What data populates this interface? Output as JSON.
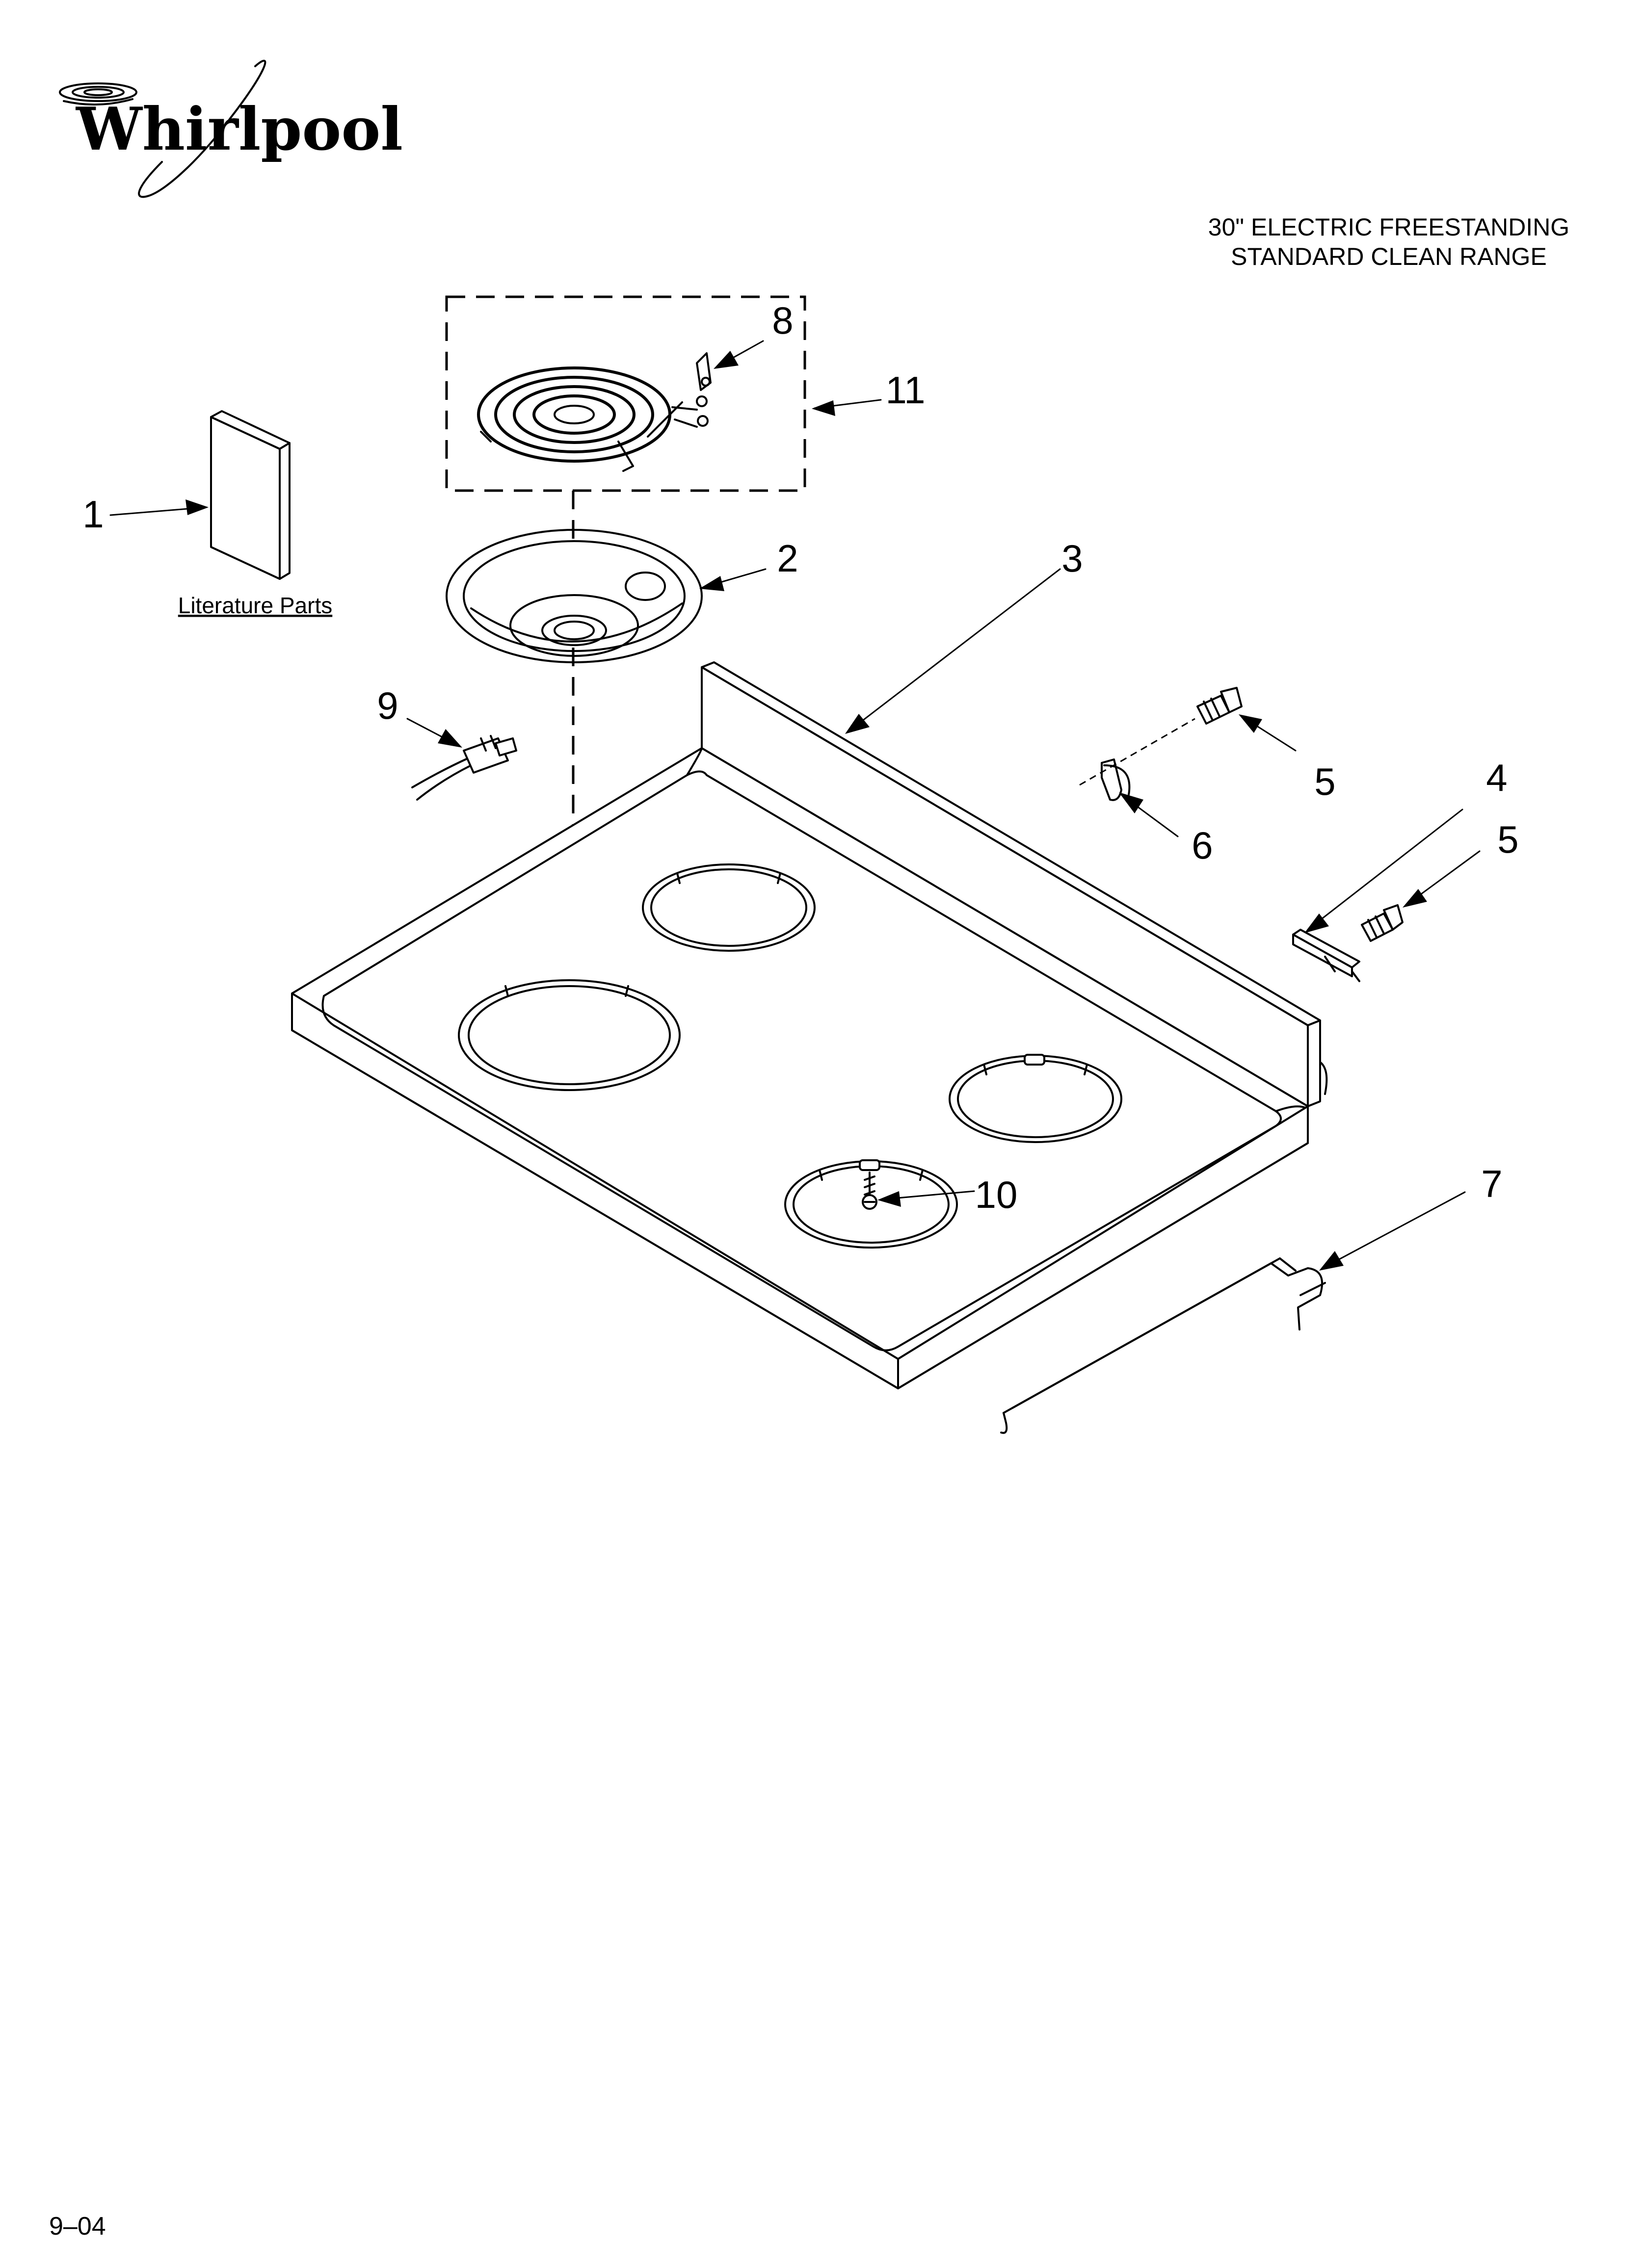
{
  "brand": {
    "logo_text": "Whirlpool"
  },
  "header": {
    "title_line1": "30\" ELECTRIC FREESTANDING",
    "title_line2": "STANDARD CLEAN RANGE"
  },
  "literature": {
    "label": "Literature Parts"
  },
  "callouts": {
    "c1": "1",
    "c2": "2",
    "c3": "3",
    "c4": "4",
    "c5a": "5",
    "c5b": "5",
    "c6": "6",
    "c7": "7",
    "c8": "8",
    "c9": "9",
    "c10": "10",
    "c11": "11"
  },
  "footer": {
    "date_code": "9–04"
  },
  "colors": {
    "ink": "#000000",
    "paper": "#ffffff"
  }
}
